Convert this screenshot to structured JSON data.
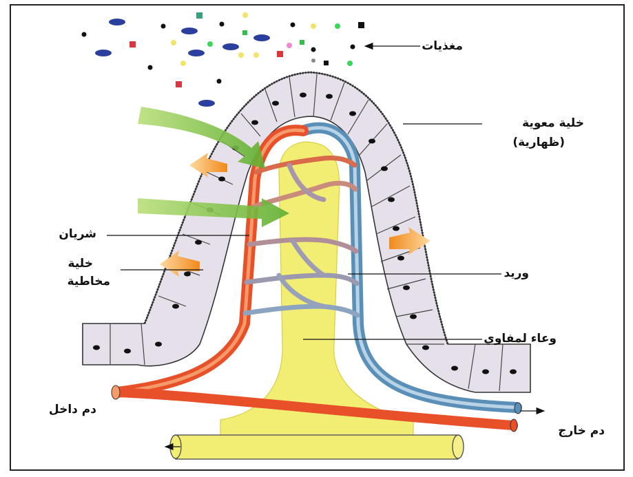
{
  "labels": {
    "nutrients": "مغذيات",
    "intestinal_cell_line1": "خلية معوية",
    "intestinal_cell_line2": "(ظهارية)",
    "artery": "شريان",
    "mucous_cell_line1": "خلية",
    "mucous_cell_line2": "مخاطية",
    "vein": "وريد",
    "lymph_vessel": "وعاء لمفاوي",
    "blood_in": "دم داخل",
    "blood_out": "دم خارج"
  },
  "colors": {
    "artery": "#e8502a",
    "vein": "#5a8fb8",
    "lymph": "#f2ee74",
    "epithelium": "#e6e0ea",
    "nucleus": "#111111",
    "green_arrow": "#8cc63f",
    "orange_arrow": "#f5a742"
  }
}
